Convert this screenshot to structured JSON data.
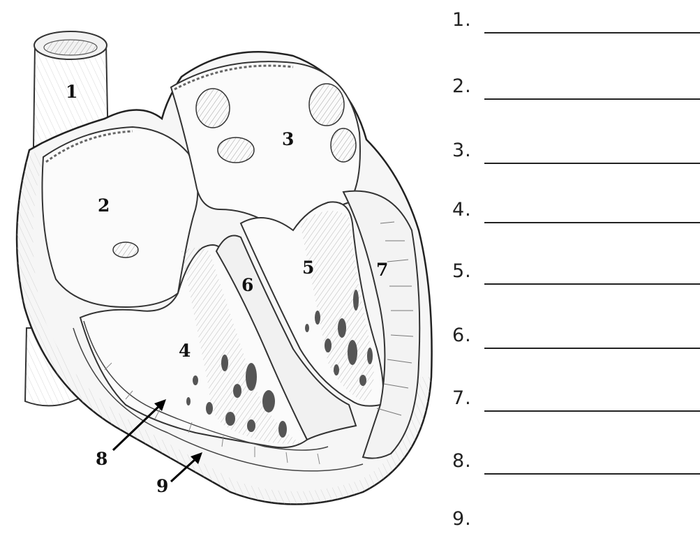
{
  "diagram": {
    "labels": [
      "1",
      "2",
      "3",
      "4",
      "5",
      "6",
      "7",
      "8",
      "9"
    ]
  },
  "answers": [
    {
      "number": "1.",
      "has_line": true
    },
    {
      "number": "2.",
      "has_line": true
    },
    {
      "number": "3.",
      "has_line": true
    },
    {
      "number": "4.",
      "has_line": true
    },
    {
      "number": "5.",
      "has_line": true
    },
    {
      "number": "6.",
      "has_line": true
    },
    {
      "number": "7.",
      "has_line": true
    },
    {
      "number": "8.",
      "has_line": true
    },
    {
      "number": "9.",
      "has_line": false
    }
  ]
}
